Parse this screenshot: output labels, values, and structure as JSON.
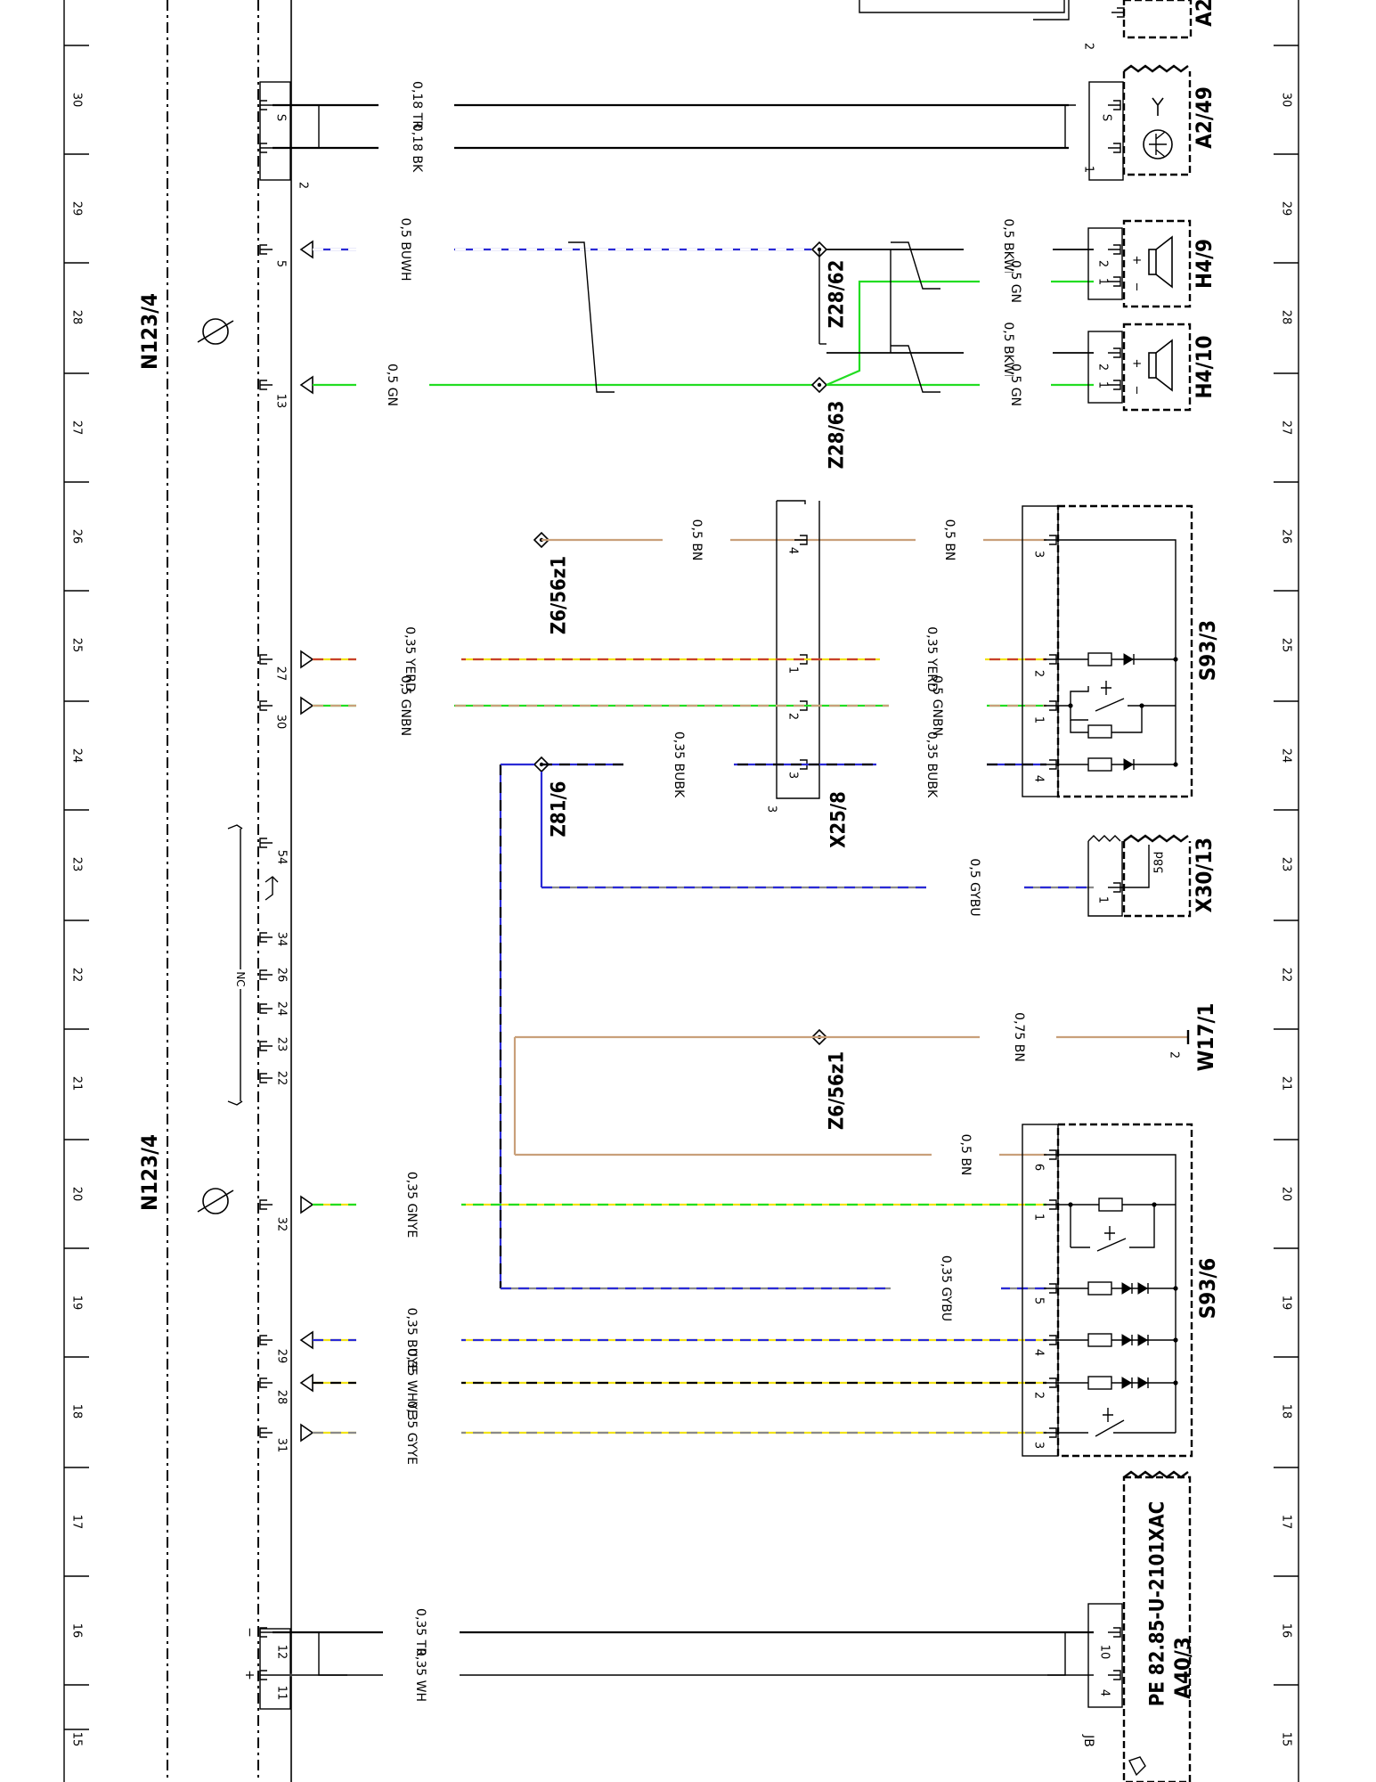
{
  "diagram": {
    "document_code": "PE 82.85-U-2101XAC",
    "colors": {
      "line": "#000000",
      "GN": "#22dd22",
      "BU": "#2a2ad6",
      "BN": "#c9a07a",
      "YE": "#f2e318",
      "RD": "#c8402c",
      "GY": "#8a8a8a",
      "WH": "#ffffff",
      "BK": "#000000",
      "TR": "#000000"
    },
    "grid": {
      "zone_numbers": [
        "15",
        "16",
        "17",
        "18",
        "19",
        "20",
        "21",
        "22",
        "23",
        "24",
        "25",
        "26",
        "27",
        "28",
        "29",
        "30"
      ]
    },
    "components": {
      "n123_top": "N123/4",
      "n123_bottom": "N123/4",
      "a2": "A2",
      "a2_49": "A2/49",
      "h4_9": "H4/9",
      "h4_10": "H4/10",
      "s93_3": "S93/3",
      "x30_13": "X30/13",
      "x30_13_inner": "58d",
      "w17_1": "W17/1",
      "s93_6": "S93/6",
      "a40_3": "A40/3",
      "x25_8": "X25/8"
    },
    "junctions": {
      "z28_62": "Z28/62",
      "z28_63": "Z28/63",
      "z6_56z1_top": "Z6/56z1",
      "z81_6": "Z81/6",
      "z6_56z1_mid": "Z6/56z1"
    },
    "wires": {
      "tr_018": "0,18 TR",
      "bk_018": "0,18 BK",
      "buwh": "0,5 BUWH",
      "gn_left": "0,5 GN",
      "bkwh_h49": "0,5 BKWH",
      "gn_h49": "0,5 GN",
      "bkwh_h410": "0,5 BKWH",
      "gn_h410": "0,5 GN",
      "bn_left_top": "0,5 BN",
      "bn_right_top": "0,5 BN",
      "yerd_left": "0,35 YERD",
      "yerd_right": "0,35 YERD",
      "gnbn_left": "0,5 GNBN",
      "gnbn_right": "0,5 GNBN",
      "bubk_left": "0,35 BUBK",
      "bubk_right": "0,35 BUBK",
      "gybu_05": "0,5 GYBU",
      "bn_075": "0,75 BN",
      "bn_s936": "0,5 BN",
      "gnye": "0,35 GNYE",
      "gybu_035": "0,35 GYBU",
      "buye": "0,35 BUYE",
      "whye": "0,35 WHYE",
      "gyye": "0,35 GYYE",
      "tr_035": "0,35 TR",
      "wh_035": "0,35 WH"
    },
    "pins": {
      "n123_a2_pin": "2",
      "n123_s": "S",
      "n123_5": "5",
      "n123_13": "13",
      "n123_27": "27",
      "n123_30": "30",
      "n123_54": "54",
      "n123_34": "34",
      "n123_26": "26",
      "n123_24": "24",
      "n123_23": "23",
      "n123_22": "22",
      "nc_label": "NC",
      "n123_32": "32",
      "n123_29": "29",
      "n123_28": "28",
      "n123_31": "31",
      "n123_12": "12",
      "n123_11": "11",
      "a40_minus": "−",
      "a40_plus": "+",
      "a2_pin2": "2",
      "a249_s": "S",
      "a249_1": "1",
      "h_1": "1",
      "h_2": "2",
      "plus": "+",
      "minus": "−",
      "x258_4": "4",
      "x258_1": "1",
      "x258_2": "2",
      "x258_3": "3",
      "x258_corner": "3",
      "s933_3": "3",
      "s933_2": "2",
      "s933_1": "1",
      "s933_4": "4",
      "x3013_1": "1",
      "w171_2": "2",
      "s936_6": "6",
      "s936_1": "1",
      "s936_5": "5",
      "s936_4": "4",
      "s936_2": "2",
      "s936_3": "3",
      "a403_10": "10",
      "a403_4": "4",
      "a403_jb": "JB"
    }
  }
}
